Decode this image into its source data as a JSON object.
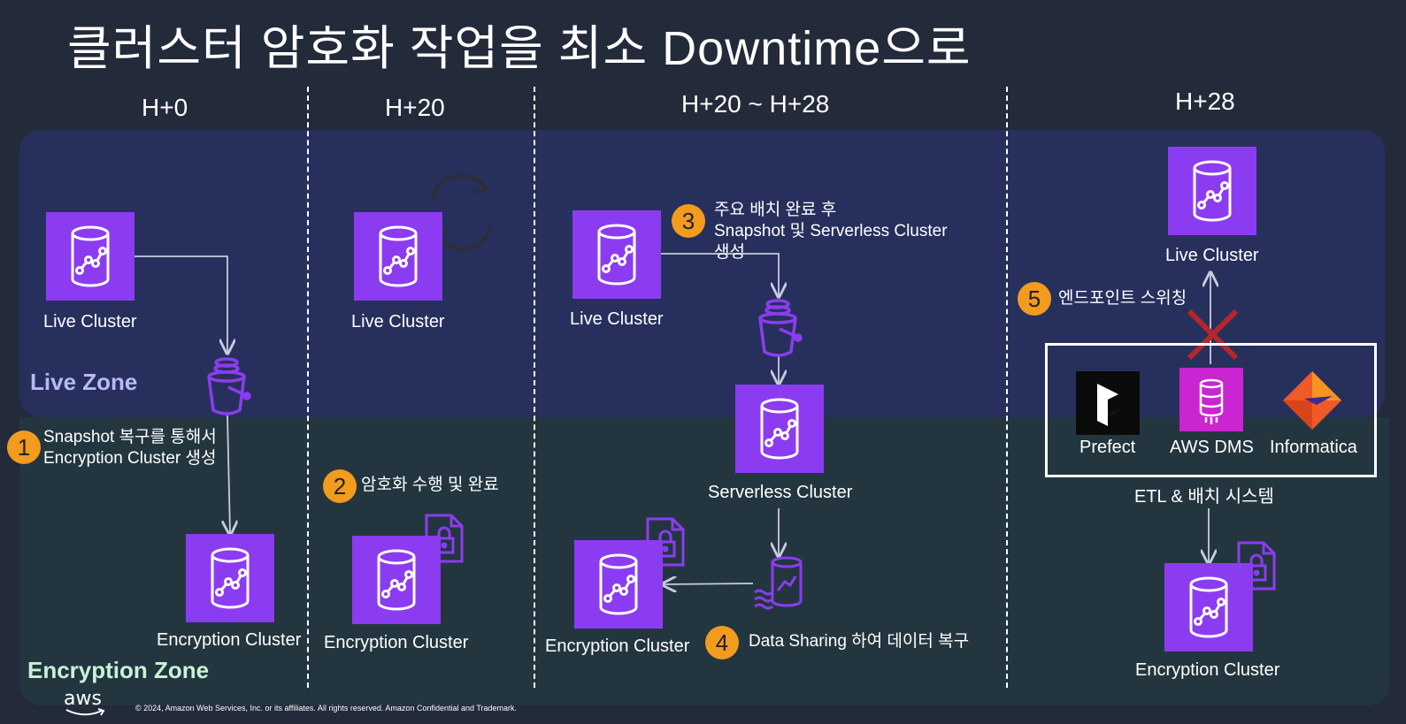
{
  "title": "클러스터 암호화 작업을 최소 Downtime으로",
  "zones": {
    "live": "Live Zone",
    "encryption": "Encryption Zone"
  },
  "phases": [
    "H+0",
    "H+20",
    "H+20 ~ H+28",
    "H+28"
  ],
  "clusters": {
    "live": "Live Cluster",
    "encryption": "Encryption Cluster",
    "serverless": "Serverless Cluster"
  },
  "steps": [
    {
      "num": "1",
      "line1": "Snapshot 복구를 통해서",
      "line2": "Encryption Cluster 생성"
    },
    {
      "num": "2",
      "line1": "암호화 수행 및 완료"
    },
    {
      "num": "3",
      "line1": "주요 배치 완료 후",
      "line2": "Snapshot 및 Serverless Cluster",
      "line3": "생성"
    },
    {
      "num": "4",
      "line1": "Data Sharing 하여 데이터 복구"
    },
    {
      "num": "5",
      "line1": "엔드포인트 스위칭"
    }
  ],
  "etl": {
    "tools": [
      "Prefect",
      "AWS DMS",
      "Informatica"
    ],
    "caption": "ETL & 배치 시스템"
  },
  "footer": "© 2024, Amazon Web Services, Inc. or its affiliates. All rights reserved. Amazon Confidential and Trademark.",
  "logo": "aws",
  "colors": {
    "background": "#232a3a",
    "live_zone": "#27305c",
    "encryption_zone": "#23363f",
    "cluster": "#8c3cf0",
    "step_badge": "#f29b1f",
    "switch_cross": "#b3262b",
    "dms": "#c925d1"
  }
}
